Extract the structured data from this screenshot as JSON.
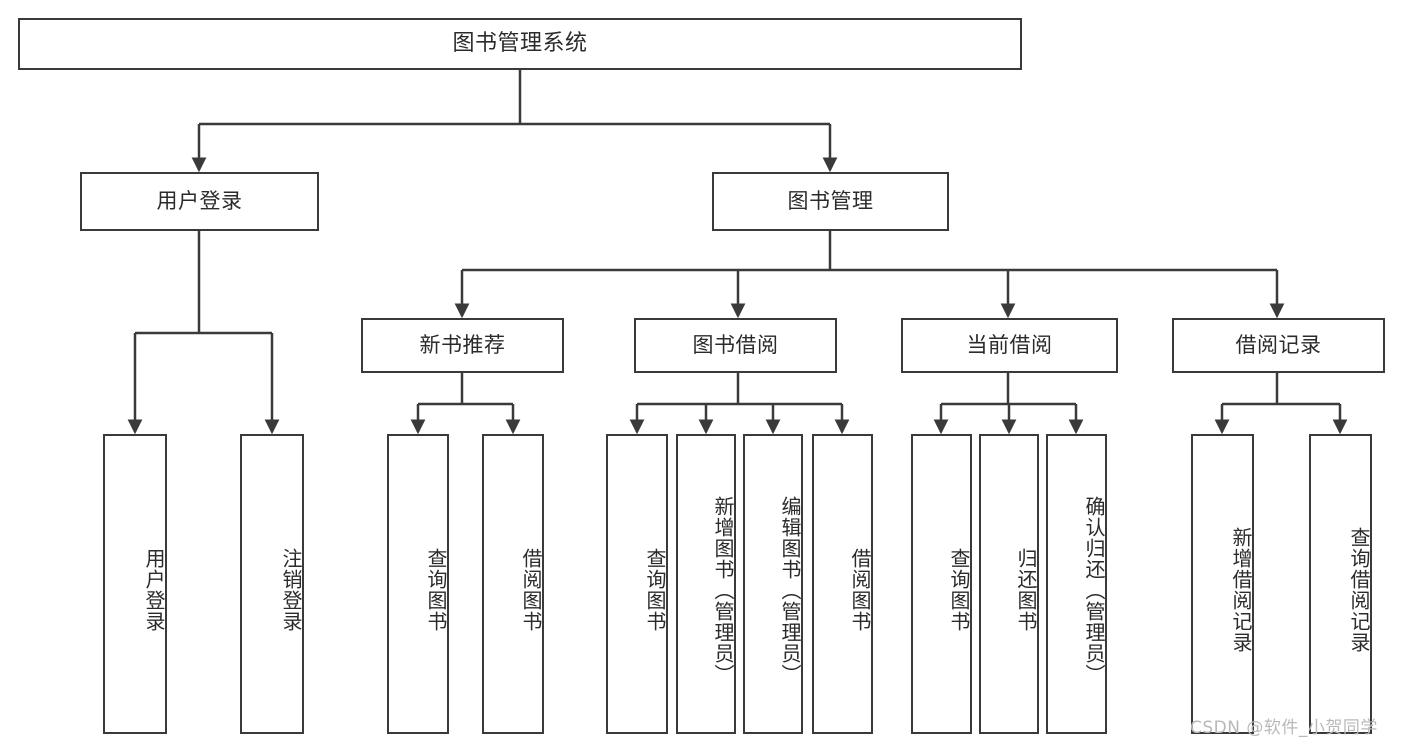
{
  "diagram": {
    "title": "图书管理系统",
    "type": "tree-hierarchy-diagram",
    "background_color": "#ffffff",
    "stroke_color": "#3a3a3a",
    "text_color": "#2b2b2b"
  },
  "nodes": {
    "root": {
      "label": "图书管理系统"
    },
    "level1": [
      {
        "label": "用户登录"
      },
      {
        "label": "图书管理"
      }
    ],
    "level2": [
      {
        "label": "新书推荐"
      },
      {
        "label": "图书借阅"
      },
      {
        "label": "当前借阅"
      },
      {
        "label": "借阅记录"
      }
    ],
    "leaves": [
      {
        "label": "用户登录"
      },
      {
        "label": "注销登录"
      },
      {
        "label": "查询图书"
      },
      {
        "label": "借阅图书"
      },
      {
        "label": "查询图书"
      },
      {
        "label": "新增图书（管理员）"
      },
      {
        "label": "编辑图书（管理员）"
      },
      {
        "label": "借阅图书"
      },
      {
        "label": "查询图书"
      },
      {
        "label": "归还图书"
      },
      {
        "label": "确认归还（管理员）"
      },
      {
        "label": "新增借阅记录"
      },
      {
        "label": "查询借阅记录"
      }
    ]
  },
  "watermark": {
    "text": "CSDN @软件_小贺同学",
    "color": "#b9b9b9"
  }
}
